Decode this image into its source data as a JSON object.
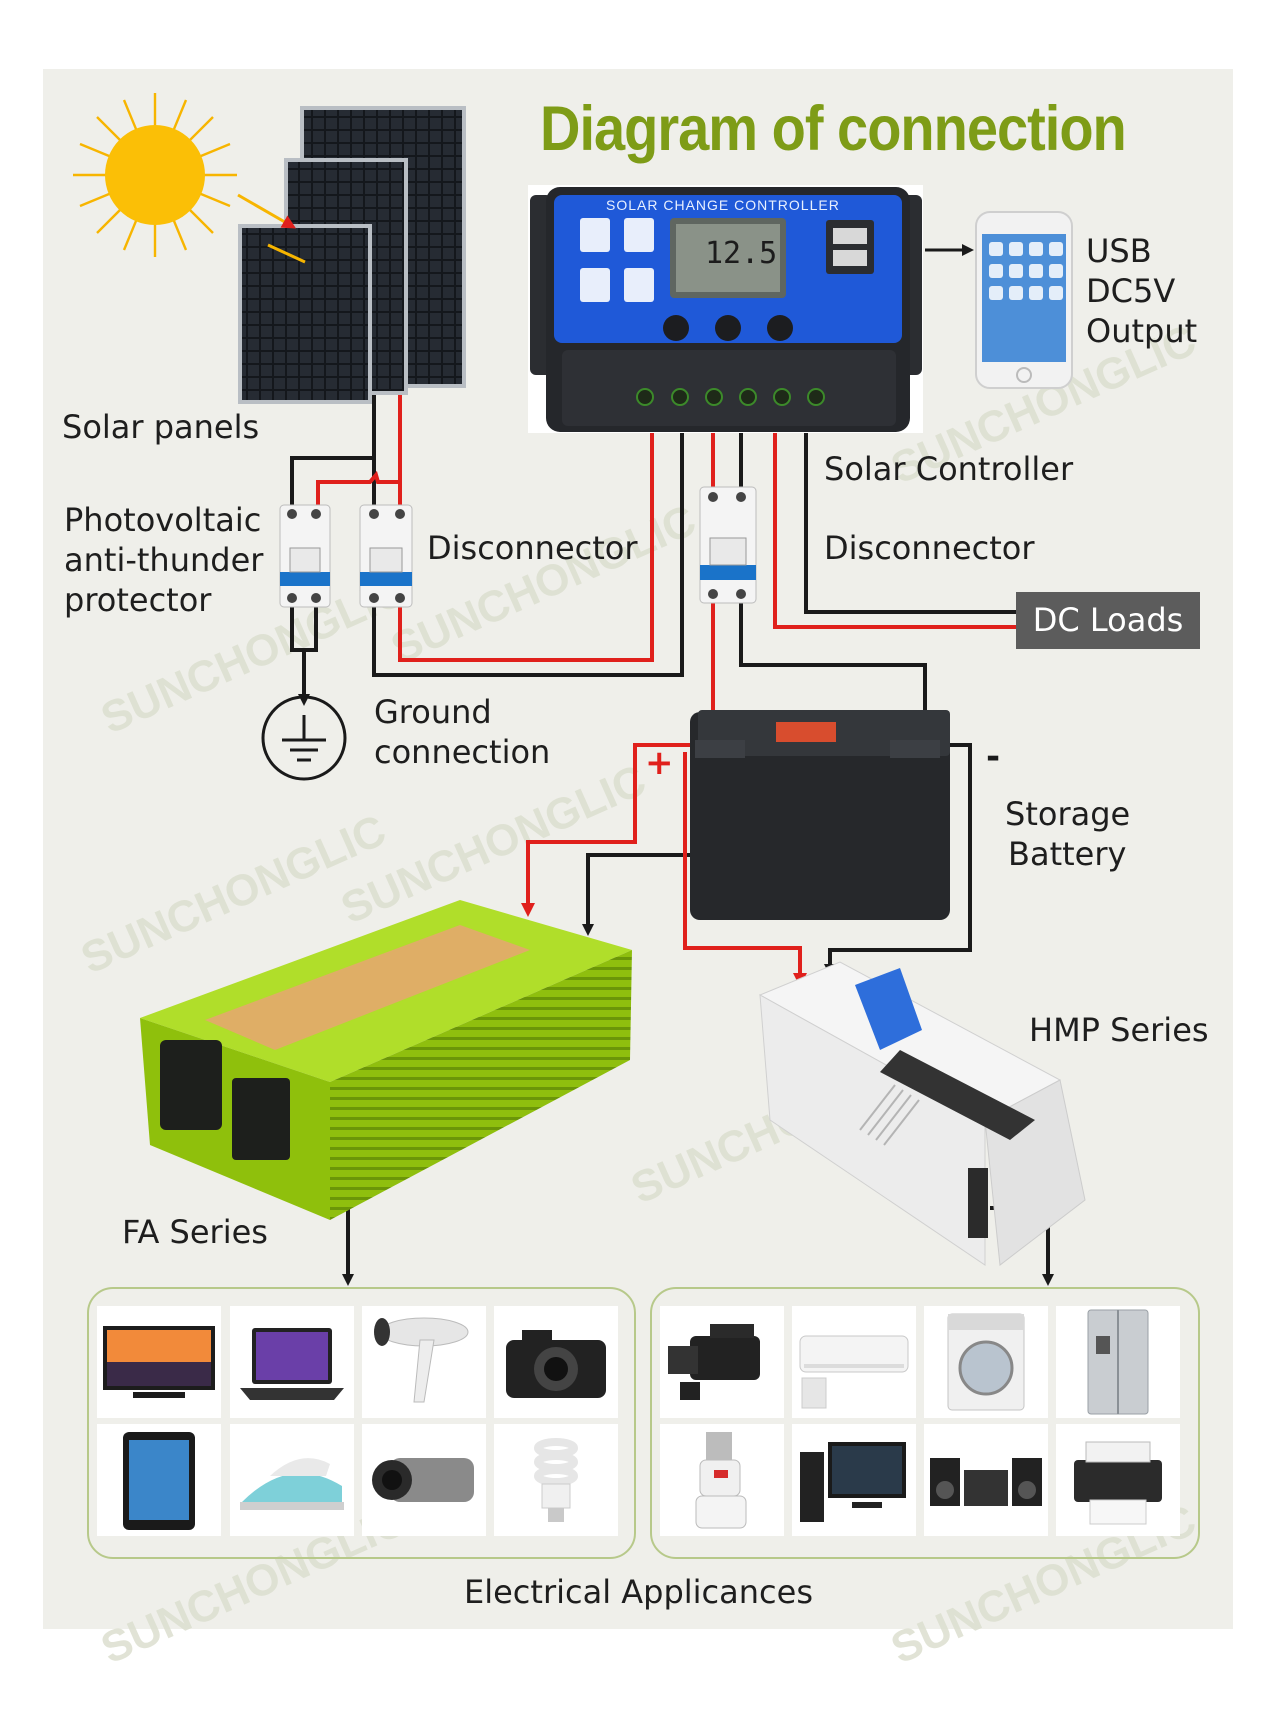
{
  "title": "Diagram of connection",
  "labels": {
    "solar_panels": "Solar panels",
    "pv_protector": [
      "Photovoltaic",
      "anti-thunder",
      "protector"
    ],
    "disconnector_left": "Disconnector",
    "ground": [
      "Ground",
      "connection"
    ],
    "usb_output": [
      "USB",
      "DC5V",
      "Output"
    ],
    "solar_controller": "Solar Controller",
    "disconnector_right": "Disconnector",
    "dc_loads": "DC Loads",
    "storage_battery": [
      "Storage",
      "Battery"
    ],
    "hmp_series": "HMP Series",
    "fa_series": "FA Series",
    "appliances": "Electrical Applicances"
  },
  "controller": {
    "heading": "SOLAR CHANGE CONTROLLER",
    "lcd_value": "12.5"
  },
  "battery_signs": {
    "positive": "+",
    "negative": "-"
  },
  "watermark": "SUNCHONGLIC",
  "appliance_icons": {
    "fa_group": [
      "tv-icon",
      "laptop-icon",
      "hair-dryer-icon",
      "camera-icon",
      "tablet-icon",
      "iron-icon",
      "camcorder-icon",
      "cfl-bulb-icon"
    ],
    "hmp_group": [
      "video-camera-icon",
      "air-conditioner-icon",
      "washing-machine-icon",
      "refrigerator-icon",
      "juicer-icon",
      "desktop-computer-icon",
      "stereo-icon",
      "printer-icon"
    ]
  },
  "colors": {
    "title_green": "#7e9c17",
    "wire_red": "#e0201c",
    "wire_black": "#1a1a1a",
    "controller_blue": "#1f59d8",
    "inverter_green": "#97c90f",
    "dc_loads_bg": "#5c5c5c"
  }
}
